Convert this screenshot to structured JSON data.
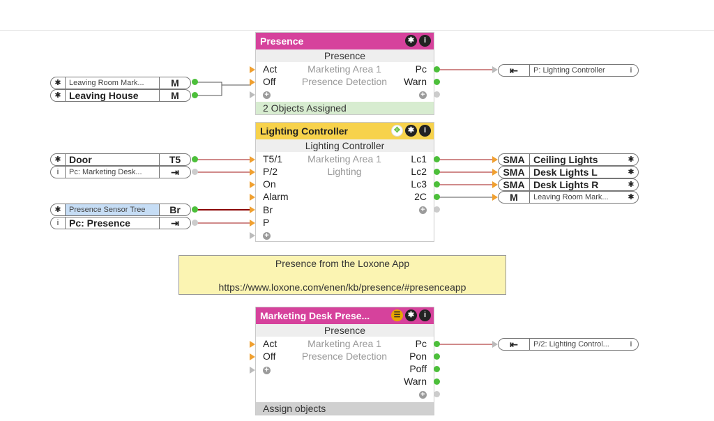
{
  "presence_block": {
    "title": "Presence",
    "subtitle": "Presence",
    "inputs": [
      "Act",
      "Off"
    ],
    "outputs": [
      "Pc",
      "Warn"
    ],
    "mid_lines": [
      "Marketing Area 1",
      "Presence Detection"
    ],
    "footer": "2 Objects Assigned",
    "color": "#d6429c",
    "footer_color": "#d7ecd0"
  },
  "lighting_block": {
    "title": "Lighting Controller",
    "subtitle": "Lighting Controller",
    "inputs": [
      "T5/1",
      "P/2",
      "On",
      "Alarm",
      "Br",
      "P"
    ],
    "outputs": [
      "Lc1",
      "Lc2",
      "Lc3",
      "2C"
    ],
    "mid_lines": [
      "Marketing Area 1",
      "Lighting"
    ],
    "color": "#f7d24b"
  },
  "desk_block": {
    "title": "Marketing  Desk  Prese...",
    "subtitle": "Presence",
    "inputs": [
      "Act",
      "Off"
    ],
    "outputs": [
      "Pc",
      "Pon",
      "Poff",
      "Warn"
    ],
    "mid_lines": [
      "Marketing Area 1",
      "Presence Detection"
    ],
    "footer": "Assign objects",
    "color": "#d6429c",
    "footer_color": "#d0d0d0"
  },
  "left_refs": [
    {
      "label": "Leaving Room Mark...",
      "tag": "M"
    },
    {
      "label": "Leaving House",
      "tag": "M"
    },
    {
      "label": "Door",
      "tag": "T5"
    },
    {
      "label": "Pc: Marketing Desk...",
      "tag": "exit"
    },
    {
      "label": "Presence Sensor Tree",
      "tag": "Br"
    },
    {
      "label": "Pc: Presence",
      "tag": "exit"
    }
  ],
  "right_refs": [
    {
      "label": "P: Lighting Controller"
    },
    {
      "tag": "SMA",
      "label": "Ceiling Lights"
    },
    {
      "tag": "SMA",
      "label": "Desk Lights L"
    },
    {
      "tag": "SMA",
      "label": "Desk Lights R"
    },
    {
      "tag": "M",
      "label": "Leaving Room Mark..."
    },
    {
      "label": "P/2: Lighting Control..."
    }
  ],
  "note": {
    "line1": "Presence from the Loxone App",
    "line2": "https://www.loxone.com/enen/kb/presence/#presenceapp"
  },
  "icons": {
    "gear": "gear-icon",
    "info": "info-icon",
    "move": "move-icon",
    "lamp": "lamp-icon",
    "plus": "plus-icon",
    "exit": "exit-icon",
    "enter": "enter-icon"
  },
  "wire_colors": {
    "analog": "#a01515",
    "digital": "#555555"
  }
}
